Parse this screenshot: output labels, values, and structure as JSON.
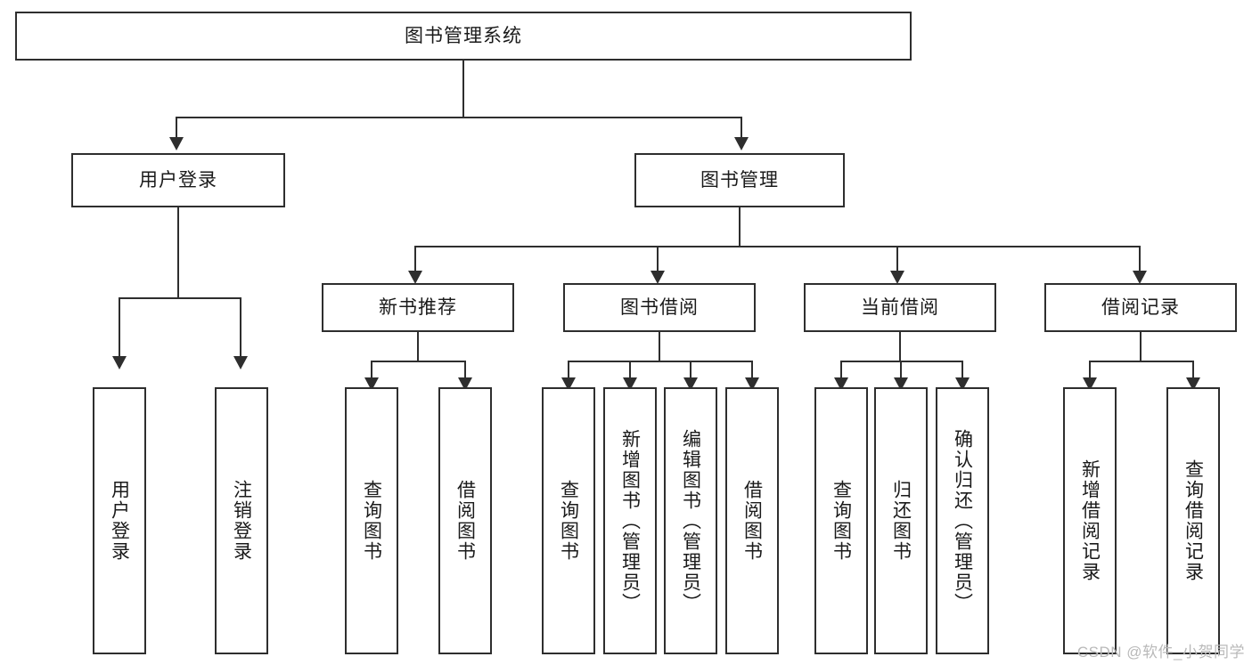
{
  "diagram": {
    "title": "图书管理系统",
    "type": "tree-hierarchy",
    "nodes": {
      "root": {
        "label": "图书管理系统",
        "level": 1
      },
      "l2": [
        {
          "id": "user-login",
          "label": "用户登录"
        },
        {
          "id": "book-manage",
          "label": "图书管理"
        }
      ],
      "l3": [
        {
          "id": "new-book-recommend",
          "label": "新书推荐"
        },
        {
          "id": "book-borrow",
          "label": "图书借阅"
        },
        {
          "id": "current-borrow",
          "label": "当前借阅"
        },
        {
          "id": "borrow-record",
          "label": "借阅记录"
        }
      ],
      "leaves": [
        {
          "id": "leaf-user-login",
          "label": "用户登录"
        },
        {
          "id": "leaf-logout",
          "label": "注销登录"
        },
        {
          "id": "leaf-query-book-1",
          "label": "查询图书"
        },
        {
          "id": "leaf-borrow-book-1",
          "label": "借阅图书"
        },
        {
          "id": "leaf-query-book-2",
          "label": "查询图书"
        },
        {
          "id": "leaf-add-book",
          "label": "新增图书（管理员）"
        },
        {
          "id": "leaf-edit-book",
          "label": "编辑图书（管理员）"
        },
        {
          "id": "leaf-borrow-book-2",
          "label": "借阅图书"
        },
        {
          "id": "leaf-query-book-3",
          "label": "查询图书"
        },
        {
          "id": "leaf-return-book",
          "label": "归还图书"
        },
        {
          "id": "leaf-confirm-return",
          "label": "确认归还（管理员）"
        },
        {
          "id": "leaf-add-record",
          "label": "新增借阅记录"
        },
        {
          "id": "leaf-query-record",
          "label": "查询借阅记录"
        }
      ]
    },
    "colors": {
      "stroke": "#2e2e2e",
      "fill": "#ffffff",
      "text": "#1a1a1a",
      "watermark": "#b9b9b9"
    }
  },
  "watermark": {
    "text": "CSDN @软件_小贺同学"
  }
}
